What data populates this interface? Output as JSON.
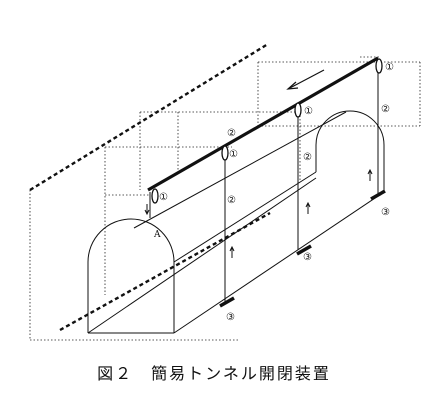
{
  "labels": {
    "pulley": "①",
    "rope": "②",
    "anchor": "③",
    "point_a": "A"
  },
  "caption": "図２　簡易トンネル開閉装置"
}
